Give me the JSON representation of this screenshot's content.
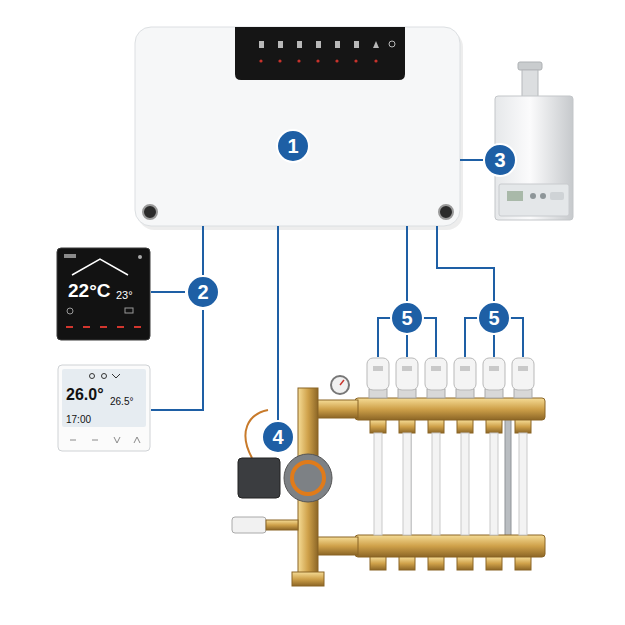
{
  "diagram": {
    "nodes": [
      {
        "text": [
          "1"
        ]
      },
      {
        "text": [
          "2"
        ]
      },
      {
        "text": [
          "3"
        ]
      },
      {
        "text": [
          "4"
        ]
      },
      {
        "text": [
          "5"
        ]
      },
      {
        "text": [
          "5"
        ]
      }
    ],
    "edges": [
      {
        "from": 0,
        "to": 1,
        "arrow": "none"
      },
      {
        "from": 0,
        "to": 2,
        "arrow": "none"
      },
      {
        "from": 0,
        "to": 3,
        "arrow": "none"
      },
      {
        "from": 0,
        "to": 4,
        "arrow": "none"
      },
      {
        "from": 0,
        "to": 5,
        "arrow": "none"
      }
    ],
    "labels": [
      "22°C",
      "23°",
      "26.0°",
      "26.5°",
      "17:00"
    ]
  }
}
